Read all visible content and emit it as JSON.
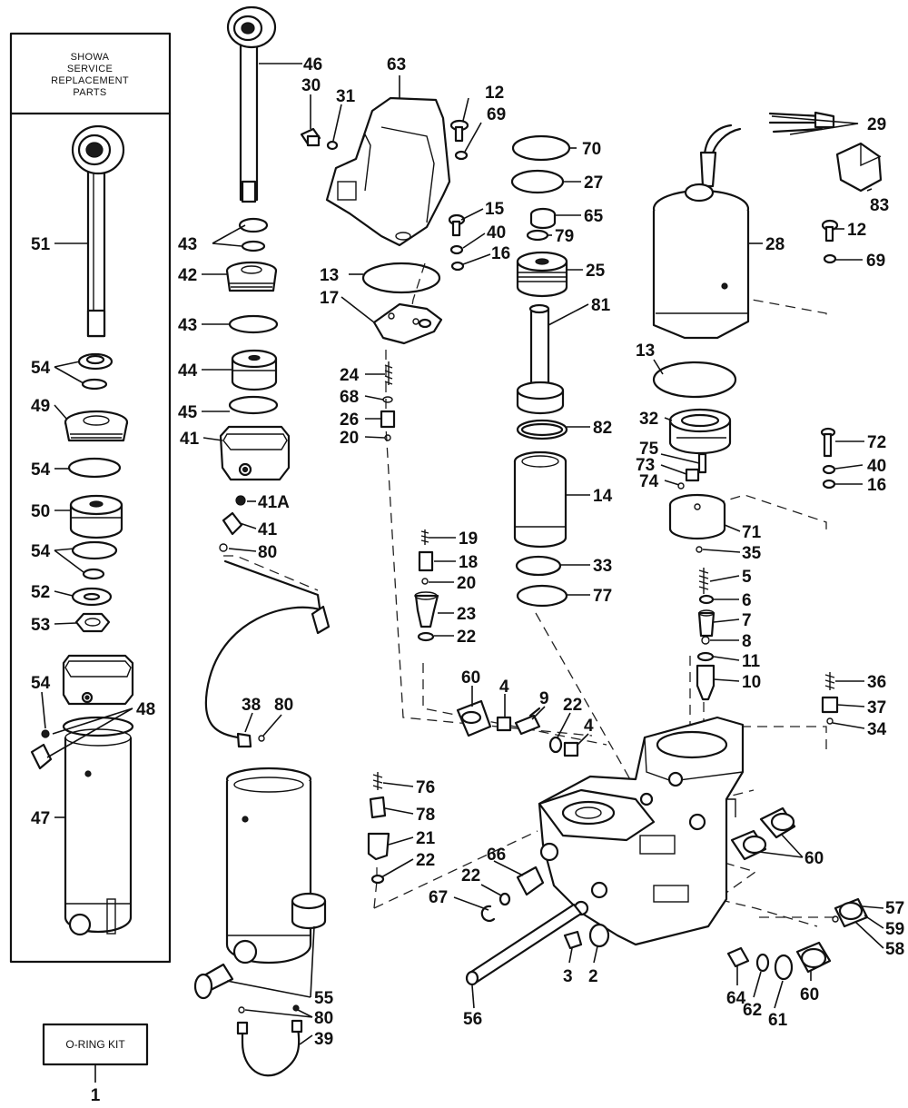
{
  "panel": {
    "header_lines": [
      "SHOWA",
      "SERVICE",
      "REPLACEMENT",
      "PARTS"
    ]
  },
  "kit": {
    "label": "O-RING KIT",
    "callout": "1"
  },
  "callouts": [
    "46",
    "63",
    "30",
    "31",
    "12",
    "69",
    "70",
    "29",
    "27",
    "83",
    "15",
    "65",
    "40",
    "79",
    "16",
    "25",
    "43",
    "42",
    "13",
    "17",
    "28",
    "81",
    "12",
    "69",
    "43",
    "44",
    "13",
    "24",
    "68",
    "45",
    "26",
    "20",
    "82",
    "41",
    "32",
    "72",
    "75",
    "73",
    "40",
    "74",
    "14",
    "16",
    "41A",
    "41",
    "80",
    "19",
    "71",
    "18",
    "35",
    "33",
    "20",
    "77",
    "23",
    "22",
    "5",
    "6",
    "7",
    "8",
    "11",
    "10",
    "38",
    "80",
    "60",
    "4",
    "9",
    "22",
    "4",
    "36",
    "37",
    "34",
    "76",
    "78",
    "21",
    "22",
    "66",
    "60",
    "22",
    "67",
    "57",
    "59",
    "58",
    "3",
    "2",
    "64",
    "62",
    "61",
    "60",
    "56",
    "55",
    "80",
    "39",
    "51",
    "54",
    "49",
    "54",
    "50",
    "54",
    "52",
    "53",
    "54",
    "48",
    "47"
  ]
}
